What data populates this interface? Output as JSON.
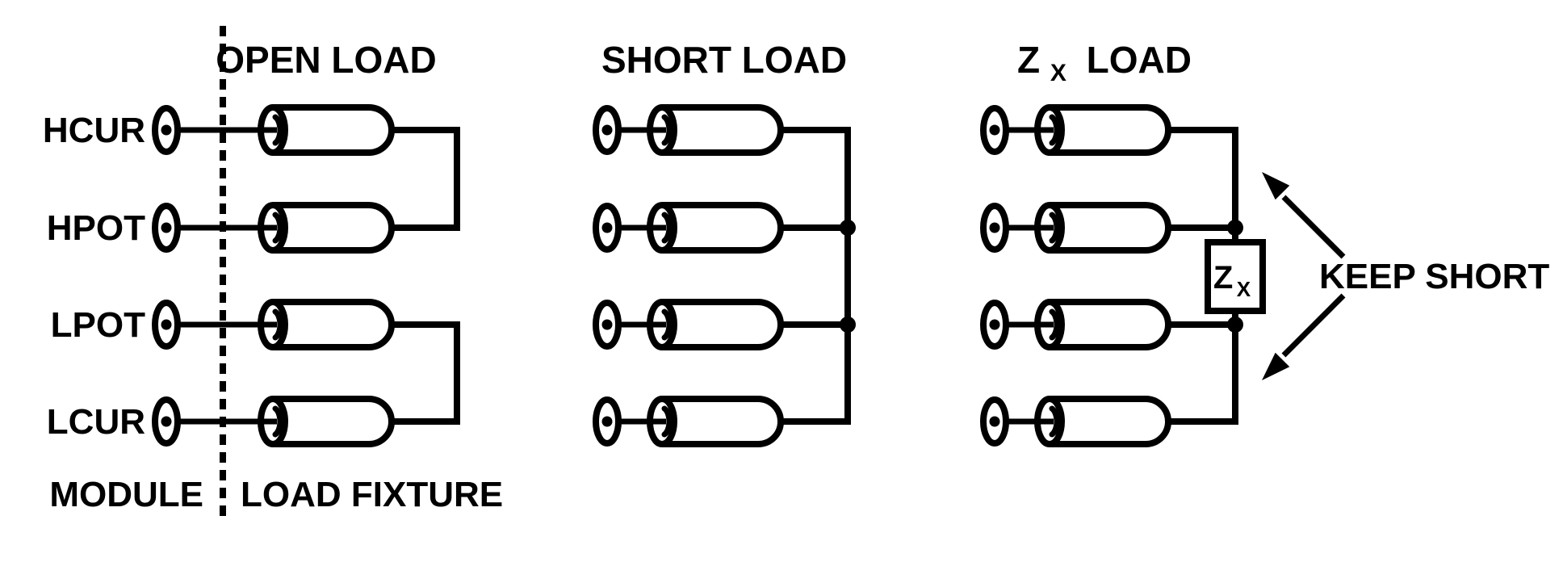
{
  "page": {
    "background": "#ffffff"
  },
  "diagram": {
    "colors": {
      "line": "#000000",
      "background": "#ffffff"
    },
    "module_label": "MODULE",
    "fixture_label": "LOAD FIXTURE",
    "ports": [
      "HCUR",
      "HPOT",
      "LPOT",
      "LCUR"
    ],
    "groups": [
      {
        "id": "open",
        "title": "OPEN LOAD"
      },
      {
        "id": "short",
        "title": "SHORT LOAD"
      },
      {
        "id": "zx",
        "title_base": "Z",
        "title_sub": "X",
        "title_rest": "LOAD"
      }
    ],
    "impedance_box": {
      "base": "Z",
      "sub": "X"
    },
    "annotation": {
      "label": "KEEP SHORT"
    }
  }
}
